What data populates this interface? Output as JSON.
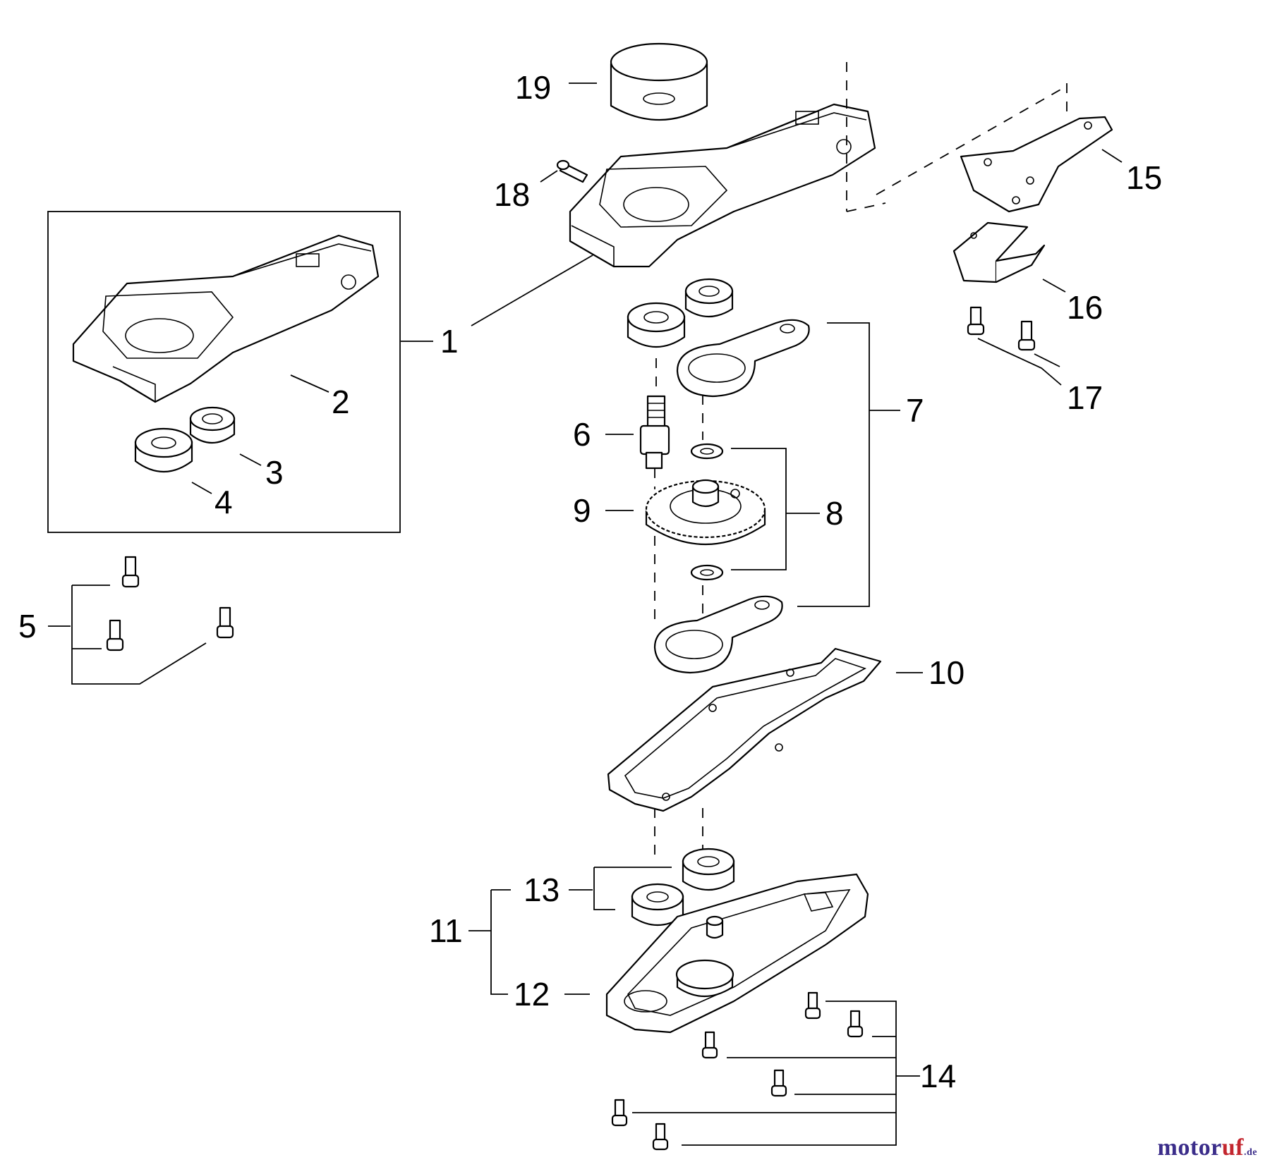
{
  "diagram": {
    "callouts": [
      "1",
      "2",
      "3",
      "4",
      "5",
      "6",
      "7",
      "8",
      "9",
      "10",
      "11",
      "12",
      "13",
      "14",
      "15",
      "16",
      "17",
      "18",
      "19"
    ]
  },
  "brand": {
    "name_part1": "motor",
    "name_part2": "uf",
    "tld": ".de",
    "color_primary": "#3b2d8a",
    "color_accent": "#c3262e"
  }
}
